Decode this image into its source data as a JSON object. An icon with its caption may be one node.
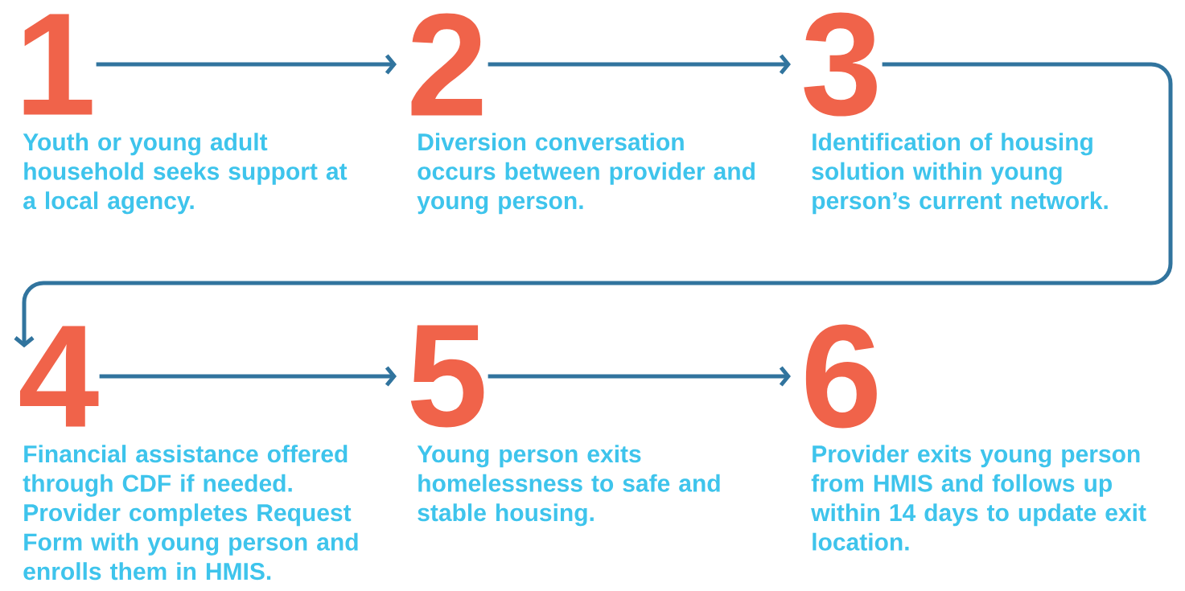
{
  "diagram": {
    "nodes": [
      {
        "text": [
          "1"
        ],
        "beside": [
          "Youth or young adult household seeks support at a local agency."
        ]
      },
      {
        "text": [
          "2"
        ],
        "beside": [
          "Diversion conversation occurs between provider and young person."
        ]
      },
      {
        "text": [
          "3"
        ],
        "beside": [
          "Identification of housing solution within young person’s current network."
        ]
      },
      {
        "text": [
          "4"
        ],
        "beside": [
          "Financial assistance offered through CDF if needed. Provider completes Request Form with young person and enrolls them in HMIS."
        ]
      },
      {
        "text": [
          "5"
        ],
        "beside": [
          "Young person exits homelessness to safe and stable housing."
        ]
      },
      {
        "text": [
          "6"
        ],
        "beside": [
          "Provider exits young person from HMIS and follows up within 14 days to update exit location."
        ]
      }
    ],
    "edges": [
      {
        "from": 0,
        "to": 1,
        "arrow": "to"
      },
      {
        "from": 1,
        "to": 2,
        "arrow": "to"
      },
      {
        "from": 2,
        "to": 3,
        "arrow": "to"
      },
      {
        "from": 3,
        "to": 4,
        "arrow": "to"
      },
      {
        "from": 4,
        "to": 5,
        "arrow": "to"
      }
    ]
  }
}
